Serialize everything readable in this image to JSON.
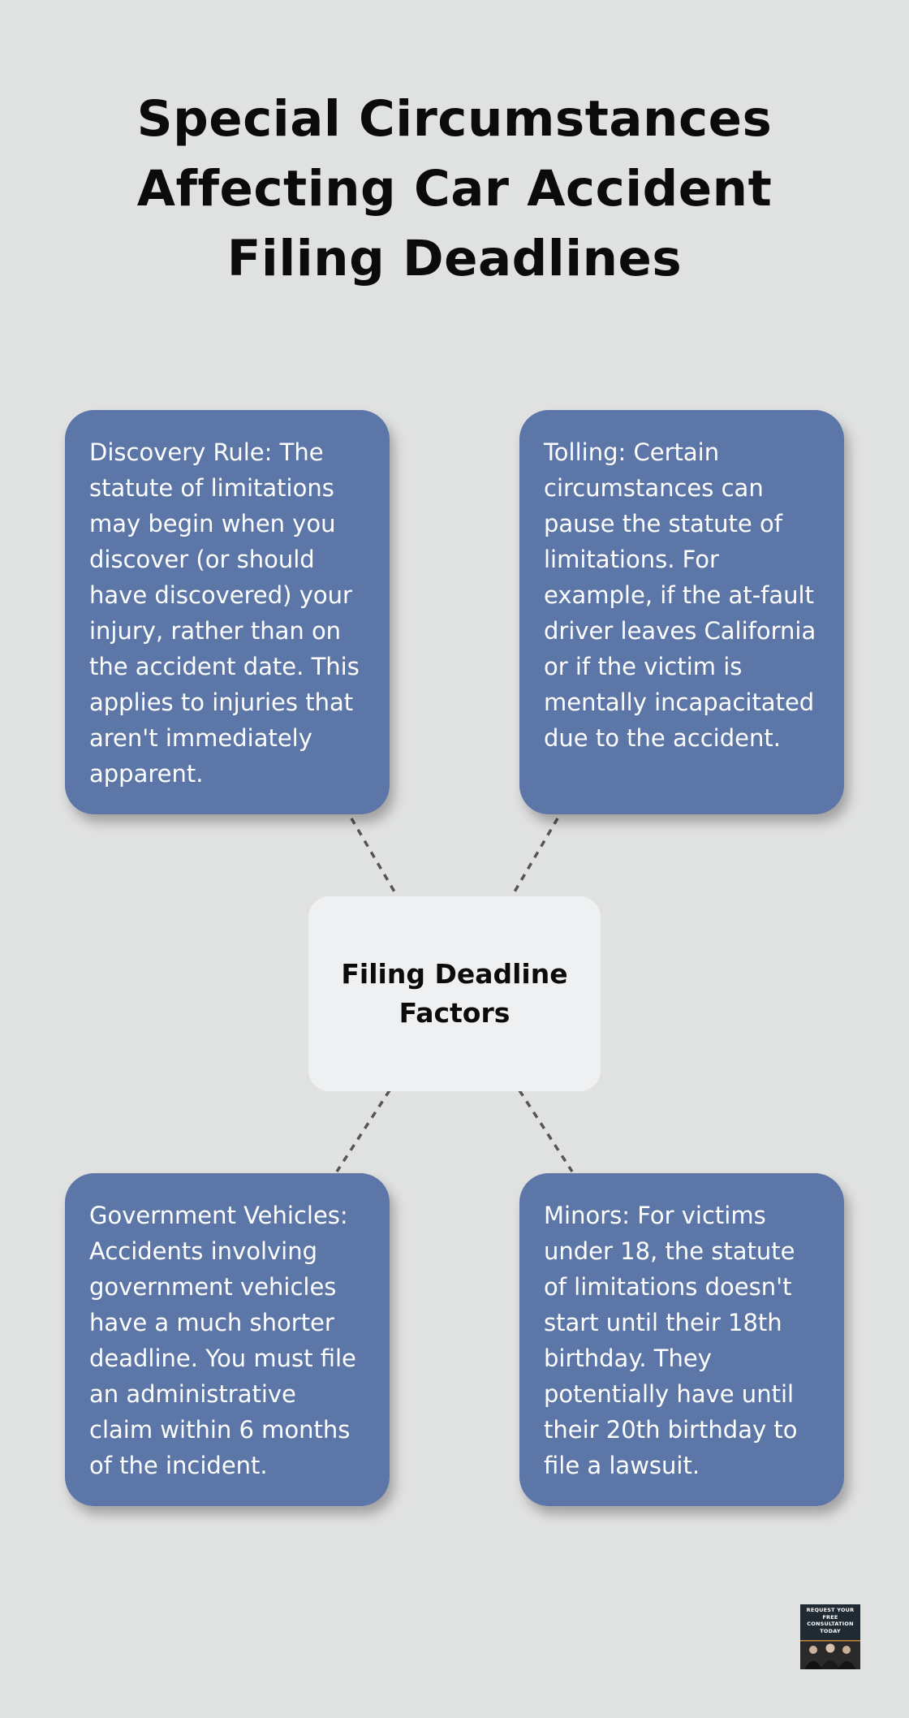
{
  "title": "Special Circumstances Affecting Car Accident Filing Deadlines",
  "center": {
    "label": "Filing Deadline Factors"
  },
  "factors": [
    {
      "text": "Discovery Rule: The statute of limitations may begin when you discover (or should have discovered) your injury, rather than on the accident date. This applies to injuries that aren't immediately apparent."
    },
    {
      "text": "Tolling: Certain circumstances can pause the statute of limitations. For example, if the at-fault driver leaves California or if the victim is mentally incapacitated due to the accident."
    },
    {
      "text": "Government Vehicles: Accidents involving government vehicles have a much shorter deadline. You must file an administrative claim within 6 months of the incident."
    },
    {
      "text": "Minors: For victims under 18, the statute of limitations doesn't start until their 18th birthday. They potentially have until their 20th birthday to file a lawsuit."
    }
  ],
  "cta": {
    "text": "REQUEST YOUR FREE CONSULTATION TODAY"
  },
  "colors": {
    "background": "#e0e1e1",
    "card": "#5c76a8",
    "center_node": "#eff0f2",
    "connector": "#555555"
  }
}
